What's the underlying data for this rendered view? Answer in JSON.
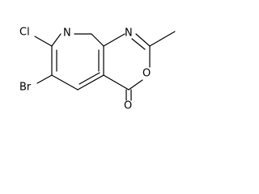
{
  "molecule": {
    "atoms": {
      "cl": "Cl",
      "br": "Br",
      "n_pyridine": "N",
      "n_oxazine": "N",
      "o_ring": "O",
      "o_carbonyl": "O"
    }
  },
  "colors": {
    "bond": "#000000",
    "label": "#000000",
    "background": "#ffffff"
  }
}
